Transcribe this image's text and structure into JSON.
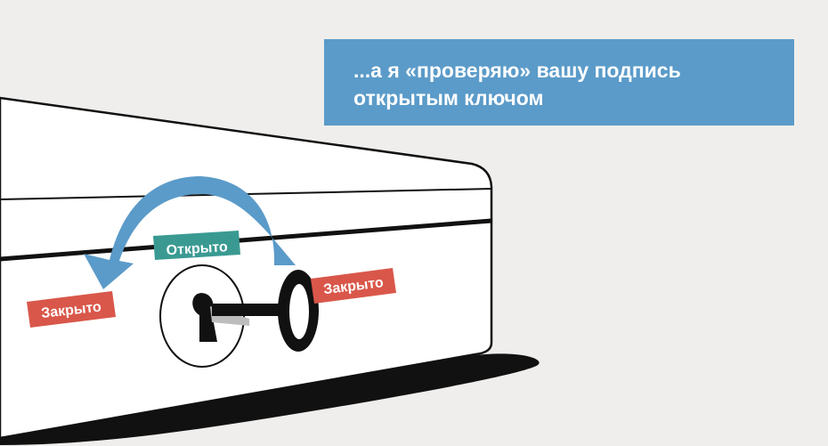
{
  "banner": {
    "line1": "...а я «проверяю» вашу подпись",
    "line2": "открытым ключом"
  },
  "labels": {
    "open": "Открыто",
    "closed_left": "Закрыто",
    "closed_right": "Закрыто"
  },
  "colors": {
    "background": "#efeeec",
    "banner": "#5b9bc9",
    "arrow": "#5b9bc9",
    "open_label": "#3a9a92",
    "closed_label": "#d9574a",
    "key": "#111111"
  }
}
